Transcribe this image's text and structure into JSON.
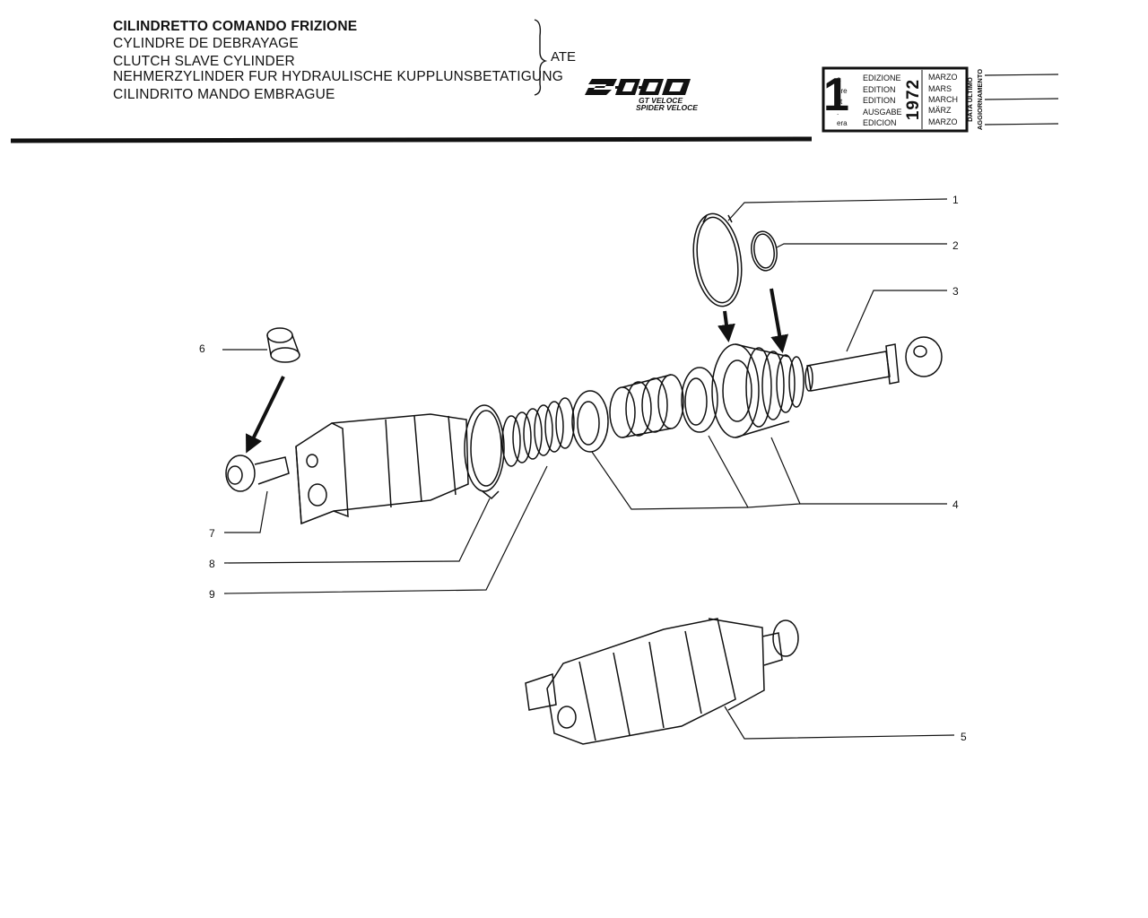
{
  "header": {
    "titles": [
      "CILINDRETTO COMANDO FRIZIONE",
      "CYLINDRE DE DEBRAYAGE",
      "CLUTCH SLAVE CYLINDER",
      "NEHMERZYLINDER FUR HYDRAULISCHE KUPPLUNSBETATIGUNG",
      "CILINDRITO MANDO EMBRAGUE"
    ],
    "supplier": "ATE",
    "logo": {
      "text": "2000",
      "line1": "GT VELOCE",
      "line2": "SPIDER VELOCE"
    }
  },
  "edition_box": {
    "number": "1",
    "suffixes": [
      "a",
      "ere",
      "st",
      ".",
      "era"
    ],
    "words": [
      "EDIZIONE",
      "EDITION",
      "EDITION",
      "AUSGABE",
      "EDICION"
    ],
    "year": "1972",
    "months": [
      "MARZO",
      "MARS",
      "MARCH",
      "MÄRZ",
      "MARZO"
    ],
    "update_label_1": "DATA ULTIMO",
    "update_label_2": "AGGIORNAMENTO"
  },
  "callouts": [
    "1",
    "2",
    "3",
    "4",
    "5",
    "6",
    "7",
    "8",
    "9"
  ],
  "colors": {
    "ink": "#111111",
    "paper": "#ffffff"
  }
}
